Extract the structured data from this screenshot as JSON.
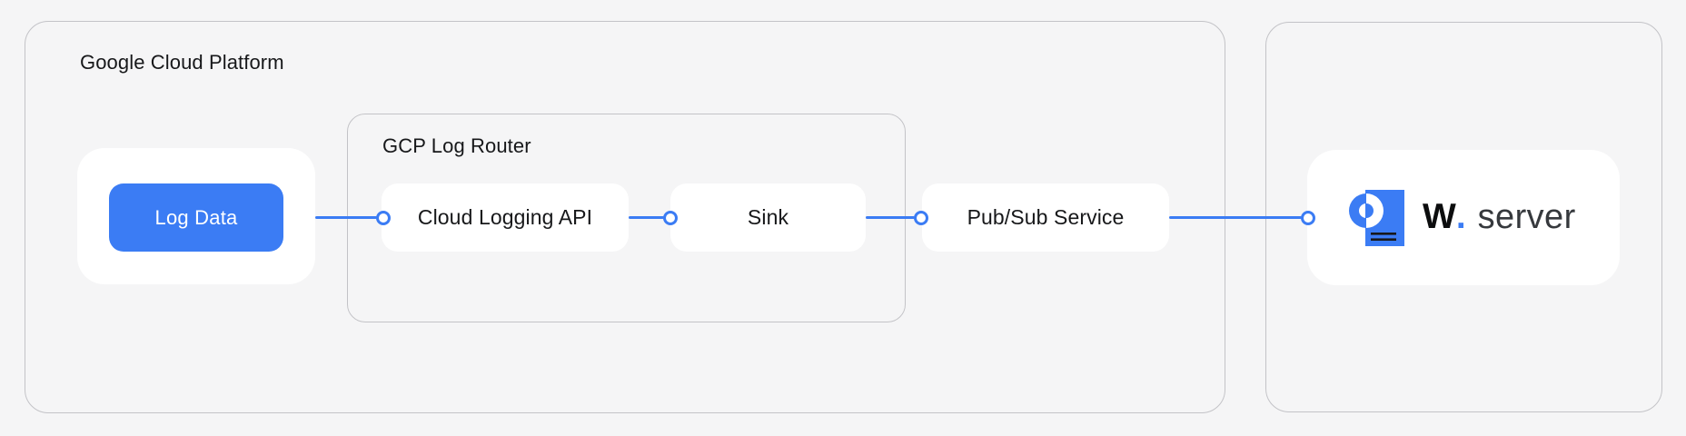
{
  "colors": {
    "background": "#f5f5f6",
    "container_border": "#c3c3c7",
    "accent_blue": "#3b7cf4",
    "card_white": "#ffffff",
    "text_dark": "#17181a",
    "server_text_gray": "#36393d"
  },
  "gcp": {
    "label": "Google Cloud Platform",
    "log_data": {
      "label": "Log Data"
    },
    "router": {
      "label": "GCP Log Router",
      "nodes": [
        {
          "label": "Cloud Logging API"
        },
        {
          "label": "Sink"
        }
      ]
    },
    "pubsub": {
      "label": "Pub/Sub Service"
    }
  },
  "server": {
    "brand_letter": "W",
    "brand_dot": ".",
    "brand_rest": "server",
    "logo_icon": "log-document-icon"
  }
}
